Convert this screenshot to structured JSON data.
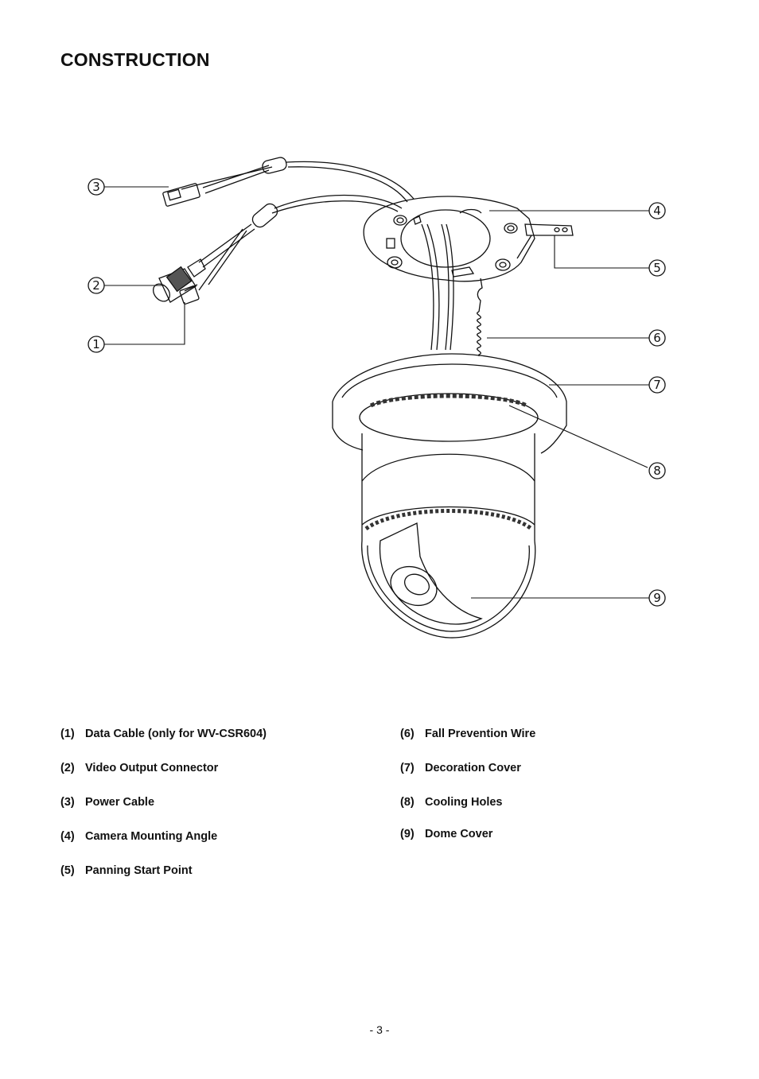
{
  "page": {
    "title": "CONSTRUCTION",
    "page_number": "- 3 -"
  },
  "callouts": [
    "①",
    "②",
    "③",
    "④",
    "⑤",
    "⑥",
    "⑦",
    "⑧",
    "⑨"
  ],
  "legend_left": [
    {
      "num": "(1)",
      "label": "Data Cable (only for WV-CSR604)"
    },
    {
      "num": "(2)",
      "label": "Video Output Connector"
    },
    {
      "num": "(3)",
      "label": "Power Cable"
    },
    {
      "num": "(4)",
      "label": "Camera Mounting Angle"
    },
    {
      "num": "(5)",
      "label": "Panning Start Point"
    }
  ],
  "legend_right": [
    {
      "num": "(6)",
      "label": "Fall Prevention Wire"
    },
    {
      "num": "(7)",
      "label": "Decoration Cover"
    },
    {
      "num": "(8)",
      "label": "Cooling Holes"
    },
    {
      "num": "(9)",
      "label": "Dome Cover"
    }
  ]
}
